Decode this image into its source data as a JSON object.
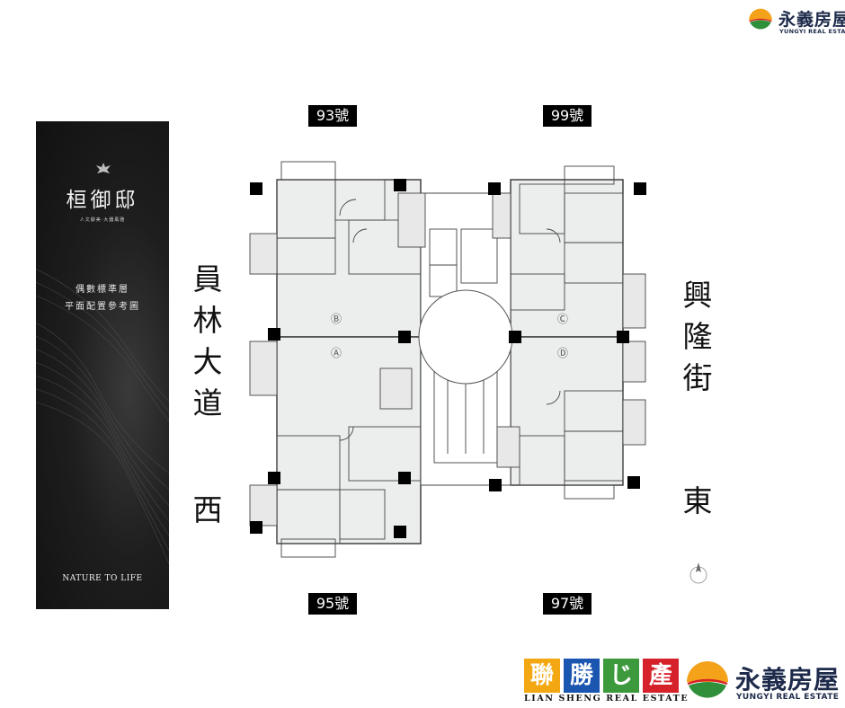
{
  "header": {
    "company_name": "永義房屋",
    "company_name_en": "YUNGYI REAL ESTATE"
  },
  "panel": {
    "brand": "桓御邸",
    "brand_sub": "人文靜美·大器風雅",
    "line1": "偶數標準層",
    "line2": "平面配置參考圖",
    "footer": "NATURE TO LIFE"
  },
  "tags": {
    "top_left": "93號",
    "top_right": "99號",
    "bottom_left": "95號",
    "bottom_right": "97號"
  },
  "streets": {
    "west_road": [
      "員",
      "林",
      "大",
      "道"
    ],
    "west_label": "西",
    "east_road": [
      "興",
      "隆",
      "街"
    ],
    "east_label": "東"
  },
  "plan": {
    "units": [
      "Ⓑ",
      "Ⓐ",
      "Ⓒ",
      "Ⓓ"
    ]
  },
  "footer_logos": {
    "lian_sheng_chars": [
      "聯",
      "勝",
      "じ",
      "產"
    ],
    "lian_sheng_en": "LIAN SHENG REAL ESTATE",
    "yungyi_cn": "永義房屋",
    "yungyi_en": "YUNGYI REAL ESTATE"
  },
  "colors": {
    "lian_sheng_boxes": [
      "#f3a712",
      "#1a56b0",
      "#3c9a3c",
      "#d6212a"
    ],
    "yungyi_top": "#f4a21a",
    "yungyi_bottom": "#2f8f3a",
    "yungyi_text": "#1d2a4a"
  }
}
